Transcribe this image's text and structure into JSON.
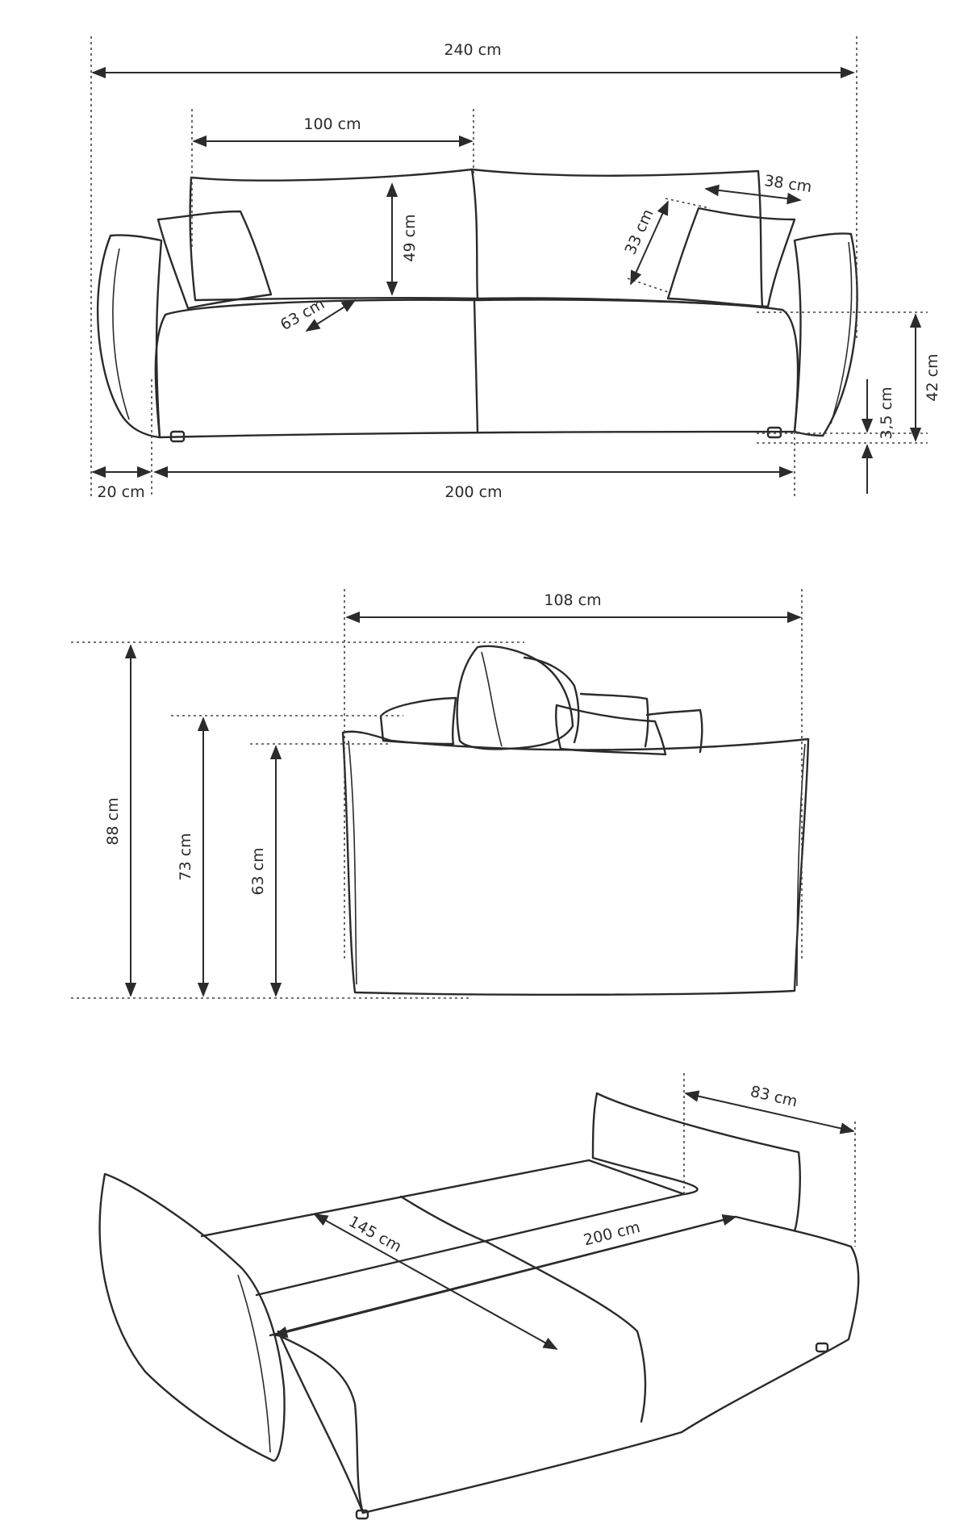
{
  "front_view": {
    "overall_width": "240 cm",
    "backrest_width": "100 cm",
    "backrest_height": "49 cm",
    "side_cushion_depth": "38 cm",
    "side_cushion_height": "33 cm",
    "seat_depth": "63 cm",
    "armrest_width": "20 cm",
    "seat_width": "200 cm",
    "seat_height": "42 cm",
    "leg_height": "3,5 cm"
  },
  "side_view": {
    "depth": "108 cm",
    "total_height": "88 cm",
    "backrest_height": "73 cm",
    "armrest_height": "63 cm"
  },
  "bed_view": {
    "backrest_depth": "83 cm",
    "sleeping_depth": "145 cm",
    "sleeping_width": "200 cm"
  }
}
